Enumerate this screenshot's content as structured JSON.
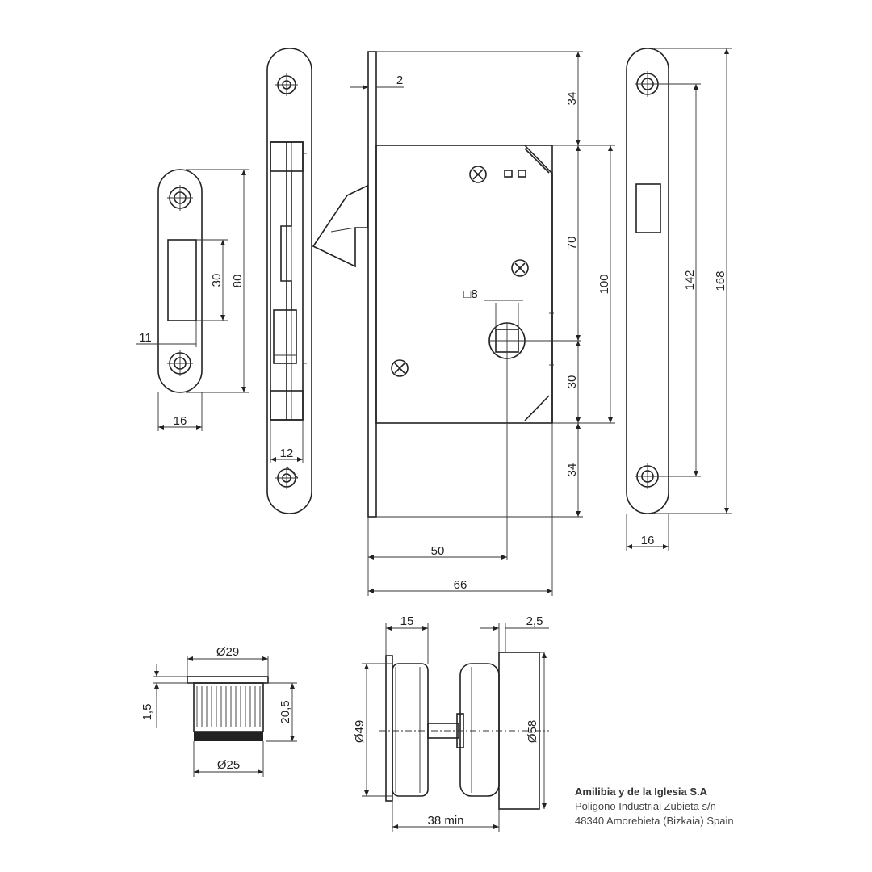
{
  "dimensions": {
    "strike_plate": {
      "width": "16",
      "height": "80",
      "opening_height": "30",
      "opening_offset": "11"
    },
    "faceplate": {
      "width": "12"
    },
    "lock_body": {
      "front_thickness": "2",
      "top": "34",
      "middle": "70",
      "lower": "30",
      "bottom": "34",
      "case_height": "100",
      "backset": "50",
      "depth": "66",
      "spindle": "□8"
    },
    "cover_plate": {
      "width": "16",
      "hole_spacing": "142",
      "height": "168"
    },
    "cylinder": {
      "outer_diameter": "Ø29",
      "inner_diameter": "Ø25",
      "flange": "1,5",
      "height": "20,5"
    },
    "handles": {
      "rose_offset": "15",
      "plate_thickness": "2,5",
      "left_diameter": "Ø49",
      "right_diameter": "Ø58",
      "door_min": "38 min"
    }
  },
  "company": {
    "name": "Amilibia y de la Iglesia S.A",
    "address_line1": "Poligono Industrial Zubieta s/n",
    "address_line2": "48340 Amorebieta (Bizkaia) Spain"
  }
}
